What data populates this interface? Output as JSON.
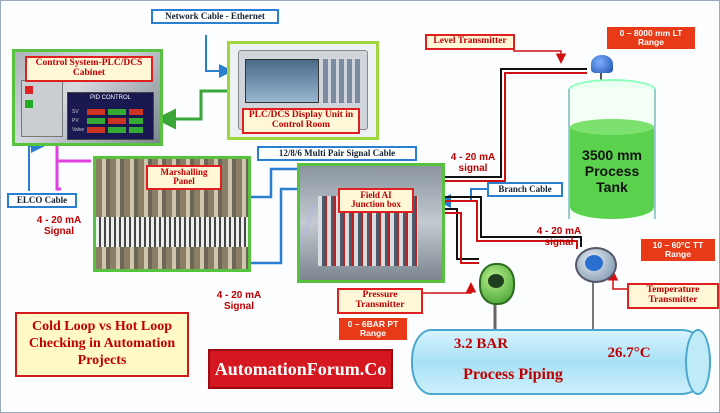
{
  "labels": {
    "network_cable": "Network Cable - Ethernet",
    "control_system": "Control System-PLC/DCS Cabinet",
    "display_unit": "PLC/DCS Display Unit in Control Room",
    "elco_cable": "ELCO Cable",
    "marshalling_panel": "Marshalling Panel",
    "multi_pair_cable": "12/8/6 Multi Pair Signal Cable",
    "field_jb": "Field AI Junction box",
    "branch_cable": "Branch Cable",
    "level_transmitter": "Level Transmitter",
    "lt_range": "0 – 8000 mm LT Range",
    "pressure_transmitter": "Pressure Transmitter",
    "pt_range": "0 – 6BAR PT Range",
    "temperature_transmitter": "Temperature Transmitter",
    "tt_range": "10 – 60°C TT Range"
  },
  "signals": {
    "left": "4 - 20 mA Signal",
    "bottom": "4 - 20 mA Signal",
    "top_right": "4 - 20 mA signal",
    "right": "4 - 20 mA signal"
  },
  "pid_panel": {
    "title": "PID CONTROL",
    "rows": [
      "SV",
      "PV",
      "Valve"
    ]
  },
  "tank": {
    "level_text": "3500 mm Process Tank"
  },
  "piping": {
    "pressure_value": "3.2 BAR",
    "temperature_value": "26.7°C",
    "label": "Process Piping"
  },
  "title": "Cold Loop vs Hot Loop Checking in Automation Projects",
  "brand": "AutomationForum.Co",
  "watermark": "automationforum",
  "colors": {
    "signal_red": "#c00000",
    "cable_blue": "#2a7fd0",
    "cable_green": "#3aa63a",
    "cable_magenta": "#e040e0",
    "tank_liquid": "#5bd24d",
    "brand_red": "#d5171f"
  }
}
